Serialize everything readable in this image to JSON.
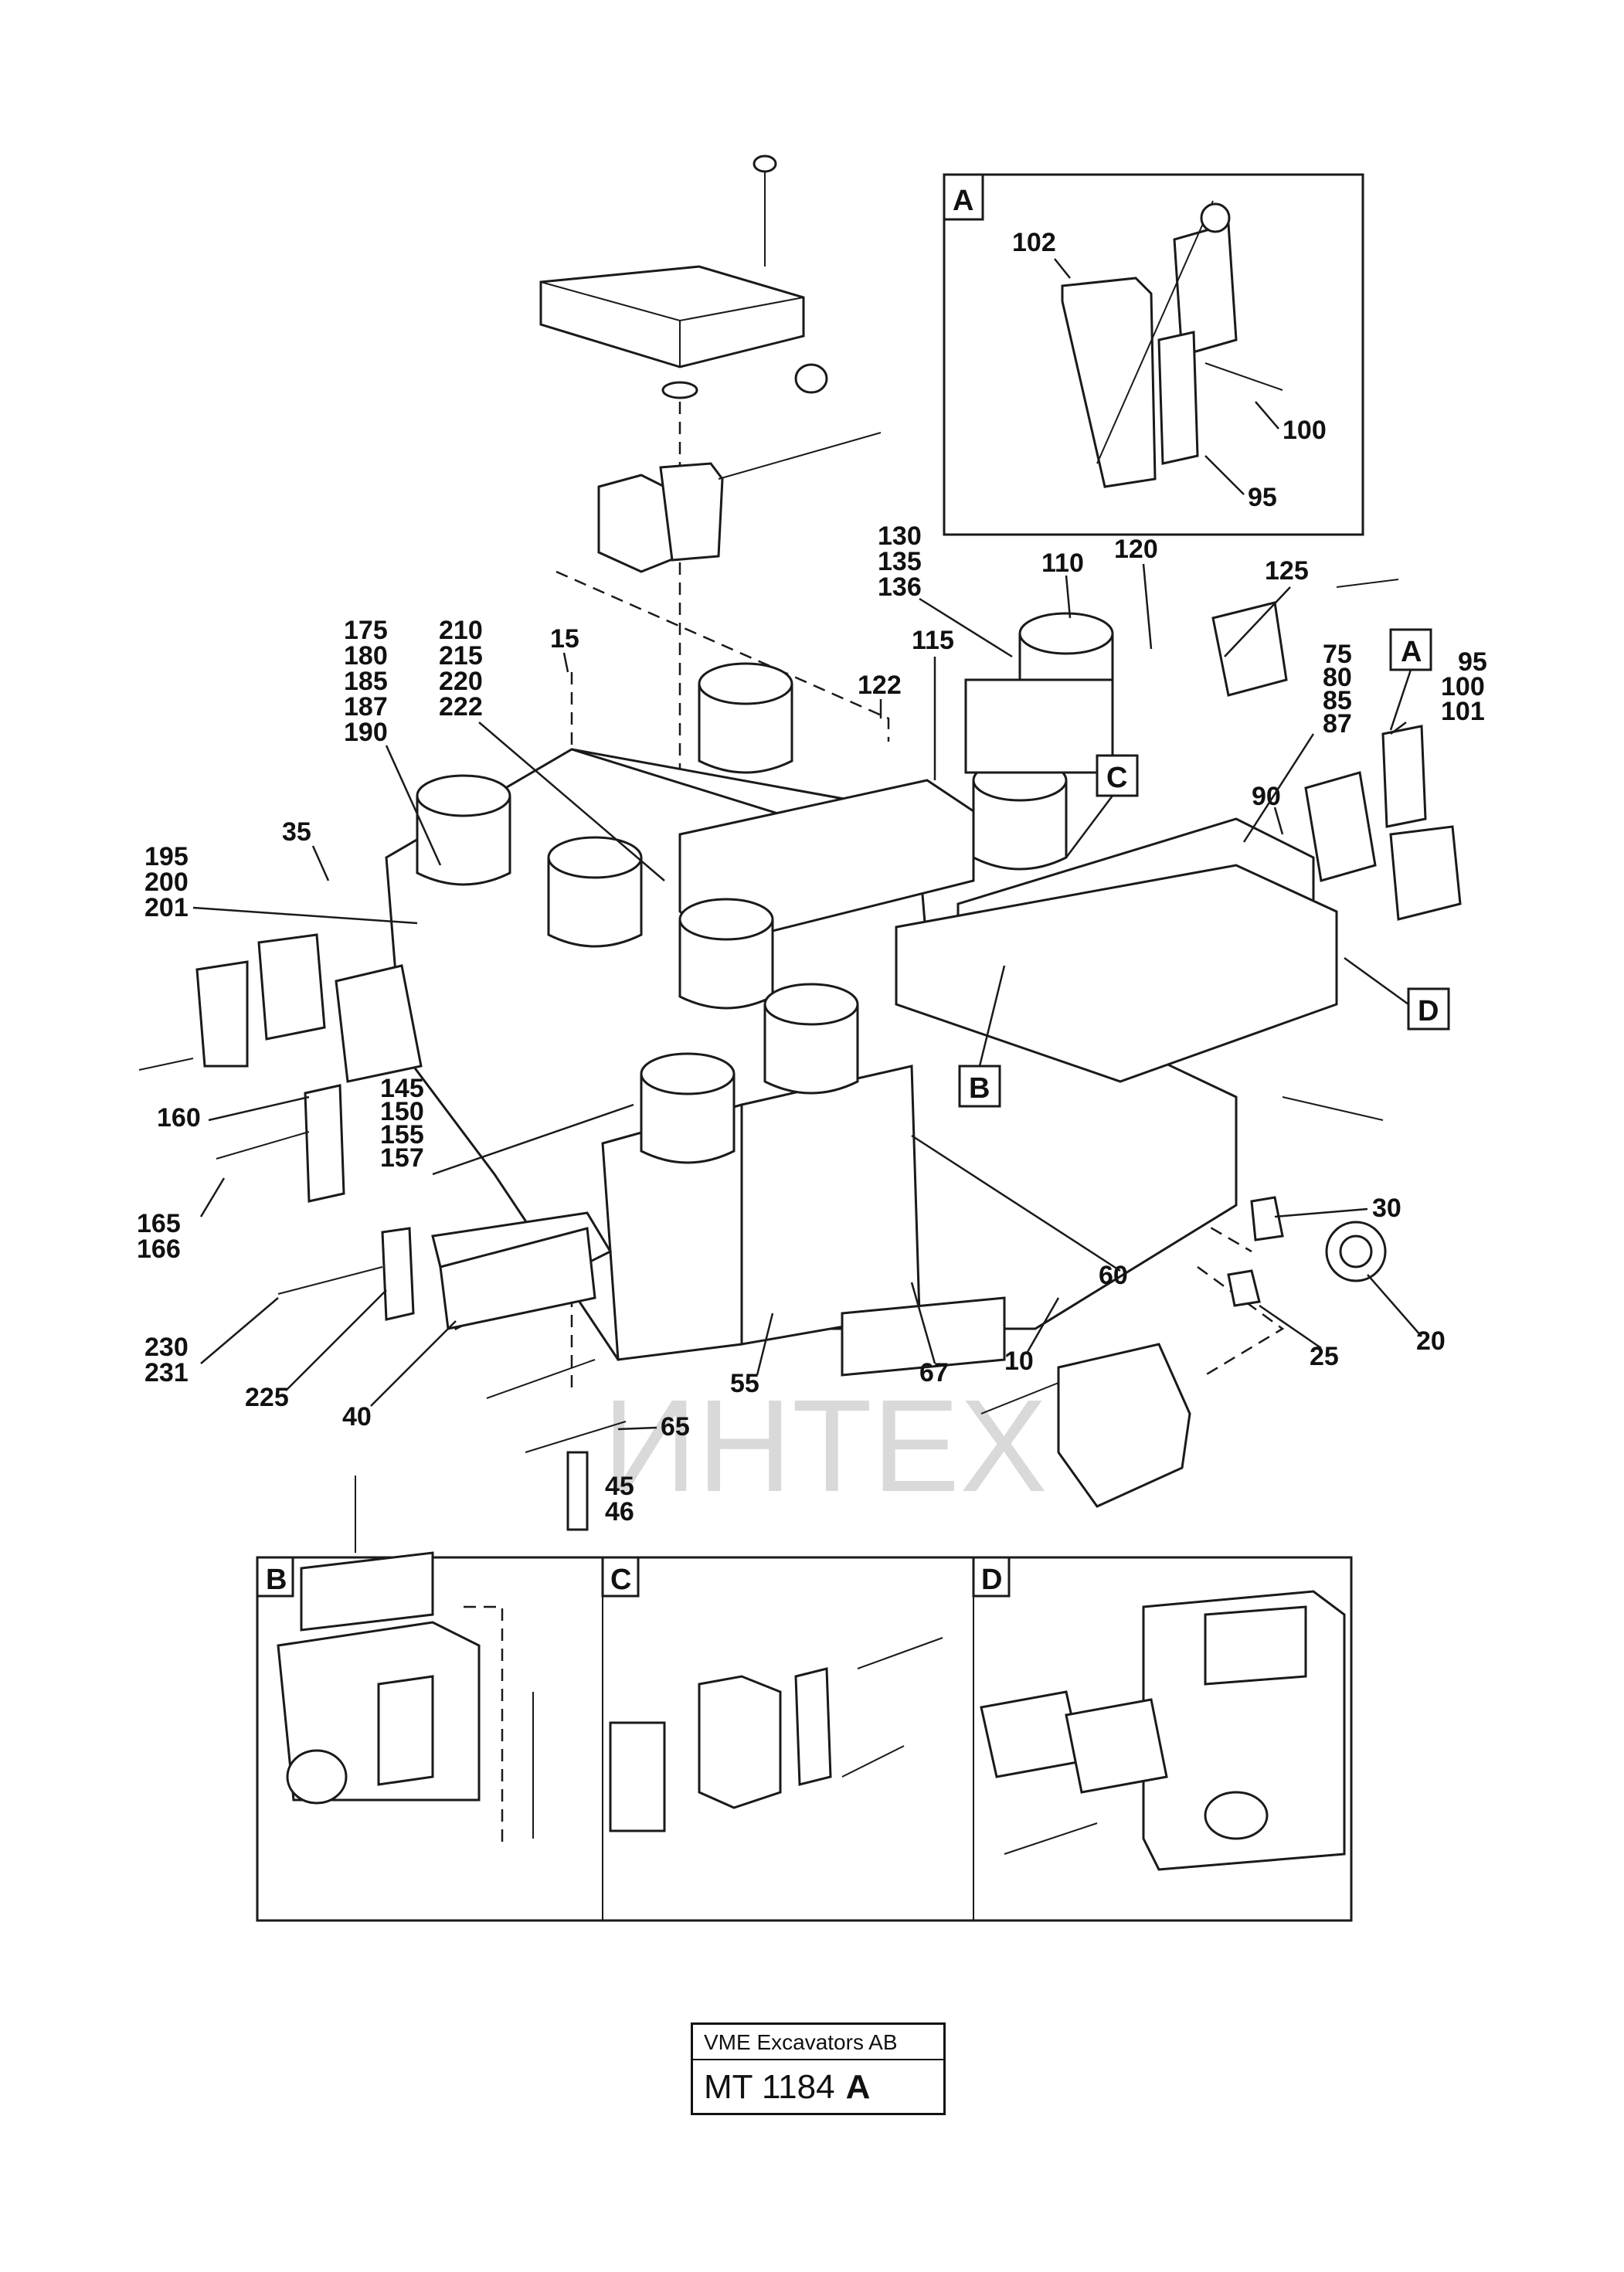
{
  "watermark": "ИНТЕХ",
  "inset_tags": {
    "a": "A",
    "b": "B",
    "c": "C",
    "d": "D"
  },
  "labels": {
    "l102": "102",
    "l100a": "100",
    "l95a": "95",
    "l130": "130",
    "l135": "135",
    "l136": "136",
    "l110": "110",
    "l120": "120",
    "l125": "125",
    "l115": "115",
    "l122": "122",
    "l175": "175",
    "l180": "180",
    "l185": "185",
    "l187": "187",
    "l190": "190",
    "l210": "210",
    "l215": "215",
    "l220": "220",
    "l222": "222",
    "l15": "15",
    "l35": "35",
    "l195": "195",
    "l200": "200",
    "l201": "201",
    "l75": "75",
    "l80": "80",
    "l85": "85",
    "l87": "87",
    "l95b": "95",
    "l100b": "100",
    "l101": "101",
    "l90": "90",
    "l160": "160",
    "l145": "145",
    "l150": "150",
    "l155": "155",
    "l157": "157",
    "l165": "165",
    "l166": "166",
    "l230": "230",
    "l231": "231",
    "l225": "225",
    "l40": "40",
    "l55": "55",
    "l67": "67",
    "l10": "10",
    "l60": "60",
    "l30": "30",
    "l25": "25",
    "l20": "20",
    "l65": "65",
    "l45": "45",
    "l46": "46"
  },
  "title_block": {
    "company": "VME Excavators AB",
    "code": "MT 1184",
    "revision": "A"
  }
}
